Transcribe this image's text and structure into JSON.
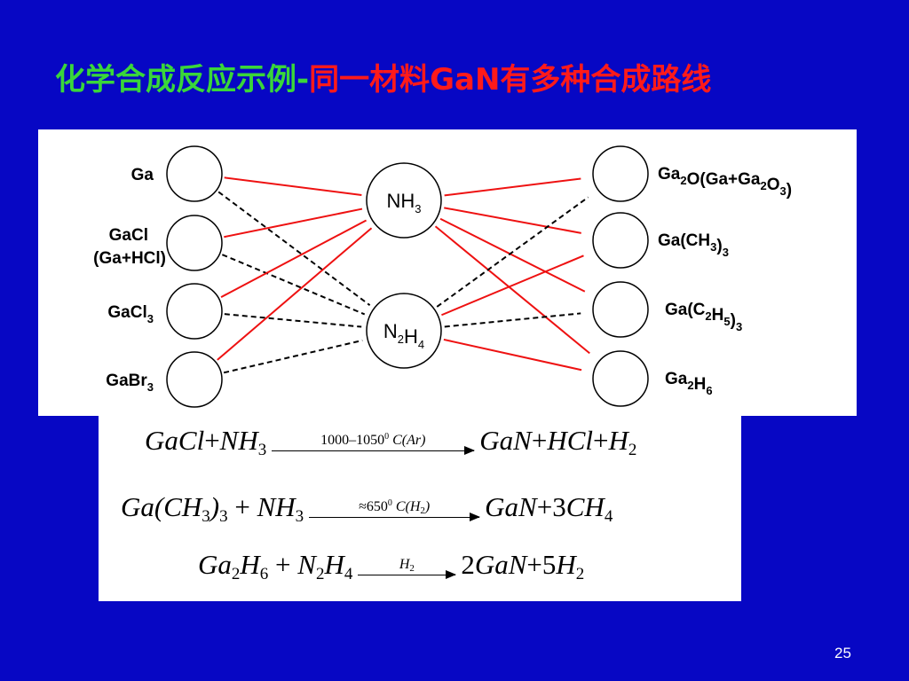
{
  "slide": {
    "title_part1": "化学合成反应示例-",
    "title_part2": "同一材料GaN有多种合成路线",
    "page_number": "25"
  },
  "diagram": {
    "left_nodes": [
      {
        "id": "Ga",
        "label": [
          [
            "Ga",
            ""
          ]
        ]
      },
      {
        "id": "GaCl",
        "label_line1": "GaCl",
        "label_line2": "(Ga+HCl)"
      },
      {
        "id": "GaCl3",
        "label": [
          [
            "GaCl",
            ""
          ],
          [
            "3",
            "sub"
          ]
        ]
      },
      {
        "id": "GaBr3",
        "label": [
          [
            "GaBr",
            ""
          ],
          [
            "3",
            "sub"
          ]
        ]
      }
    ],
    "hubs": [
      {
        "id": "NH3",
        "label": [
          [
            "NH",
            ""
          ],
          [
            "3",
            "sub"
          ]
        ]
      },
      {
        "id": "N2H4",
        "label": [
          [
            "N",
            ""
          ],
          [
            "2",
            "sub"
          ],
          [
            "H",
            ""
          ],
          [
            "4",
            "sub"
          ]
        ]
      }
    ],
    "right_nodes": [
      {
        "id": "Ga2O",
        "label": [
          [
            "Ga",
            ""
          ],
          [
            "2",
            "sub"
          ],
          [
            "O(Ga+Ga",
            ""
          ],
          [
            "2",
            "sub"
          ],
          [
            "O",
            ""
          ],
          [
            "3",
            "sub"
          ],
          [
            ")",
            ""
          ]
        ]
      },
      {
        "id": "GaCH33",
        "label": [
          [
            "Ga(CH",
            ""
          ],
          [
            "3",
            "sub"
          ],
          [
            ")",
            ""
          ],
          [
            "3",
            "sub"
          ]
        ]
      },
      {
        "id": "GaC2H53",
        "label": [
          [
            "Ga(C",
            ""
          ],
          [
            "2",
            "sub"
          ],
          [
            "H",
            ""
          ],
          [
            "5",
            "sub"
          ],
          [
            ")",
            ""
          ],
          [
            "3",
            "sub"
          ]
        ]
      },
      {
        "id": "Ga2H6",
        "label": [
          [
            "Ga",
            ""
          ],
          [
            "2",
            "sub"
          ],
          [
            "H",
            ""
          ],
          [
            "6",
            "sub"
          ]
        ]
      }
    ],
    "connections": [
      {
        "from": "Ga",
        "to": "NH3",
        "style": "solid"
      },
      {
        "from": "Ga",
        "to": "N2H4",
        "style": "dashed"
      },
      {
        "from": "GaCl",
        "to": "NH3",
        "style": "solid"
      },
      {
        "from": "GaCl",
        "to": "N2H4",
        "style": "dashed"
      },
      {
        "from": "GaCl3",
        "to": "NH3",
        "style": "solid"
      },
      {
        "from": "GaCl3",
        "to": "N2H4",
        "style": "dashed"
      },
      {
        "from": "GaBr3",
        "to": "NH3",
        "style": "solid"
      },
      {
        "from": "GaBr3",
        "to": "N2H4",
        "style": "dashed"
      },
      {
        "from": "NH3",
        "to": "Ga2O",
        "style": "solid"
      },
      {
        "from": "NH3",
        "to": "GaCH33",
        "style": "solid"
      },
      {
        "from": "NH3",
        "to": "GaC2H53",
        "style": "solid"
      },
      {
        "from": "NH3",
        "to": "Ga2H6",
        "style": "solid"
      },
      {
        "from": "N2H4",
        "to": "Ga2O",
        "style": "dashed"
      },
      {
        "from": "N2H4",
        "to": "GaCH33",
        "style": "solid"
      },
      {
        "from": "N2H4",
        "to": "GaC2H53",
        "style": "dashed"
      },
      {
        "from": "N2H4",
        "to": "Ga2H6",
        "style": "solid"
      }
    ],
    "colors": {
      "solid_line": "#ee1111",
      "dashed_line": "#000000",
      "node_fill": "#ffffff",
      "node_stroke": "#000000"
    }
  },
  "equations": [
    {
      "left": [
        [
          "GaCl",
          "i"
        ],
        [
          "+",
          "u"
        ],
        [
          "NH",
          "i"
        ],
        [
          "3",
          "sub"
        ]
      ],
      "condition": [
        [
          "1000–1050",
          "u"
        ],
        [
          "0",
          "sup"
        ],
        [
          " C(Ar)",
          "i"
        ]
      ],
      "right": [
        [
          "GaN",
          "i"
        ],
        [
          "+",
          "u"
        ],
        [
          "HCl",
          "i"
        ],
        [
          "+",
          "u"
        ],
        [
          "H",
          "i"
        ],
        [
          "2",
          "sub"
        ]
      ]
    },
    {
      "left": [
        [
          "Ga(CH",
          "i"
        ],
        [
          "3",
          "sub"
        ],
        [
          ")",
          "i"
        ],
        [
          "3",
          "sub"
        ],
        [
          " + ",
          "u"
        ],
        [
          "NH",
          "i"
        ],
        [
          "3",
          "sub"
        ]
      ],
      "condition": [
        [
          "≈650",
          "u"
        ],
        [
          "0",
          "sup"
        ],
        [
          " C(H",
          "i"
        ],
        [
          "2",
          "sub"
        ],
        [
          ")",
          "i"
        ]
      ],
      "right": [
        [
          "GaN",
          "i"
        ],
        [
          "+3",
          "u"
        ],
        [
          "CH",
          "i"
        ],
        [
          "4",
          "sub"
        ]
      ]
    },
    {
      "left": [
        [
          "Ga",
          "i"
        ],
        [
          "2",
          "sub"
        ],
        [
          "H",
          "i"
        ],
        [
          "6",
          "sub"
        ],
        [
          " + ",
          "u"
        ],
        [
          "N",
          "i"
        ],
        [
          "2",
          "sub"
        ],
        [
          "H",
          "i"
        ],
        [
          "4",
          "sub"
        ]
      ],
      "condition": [
        [
          "H",
          "i"
        ],
        [
          "2",
          "sub"
        ]
      ],
      "right": [
        [
          "2",
          "u"
        ],
        [
          "GaN",
          "i"
        ],
        [
          "+5",
          "u"
        ],
        [
          "H",
          "i"
        ],
        [
          "2",
          "sub"
        ]
      ]
    }
  ]
}
